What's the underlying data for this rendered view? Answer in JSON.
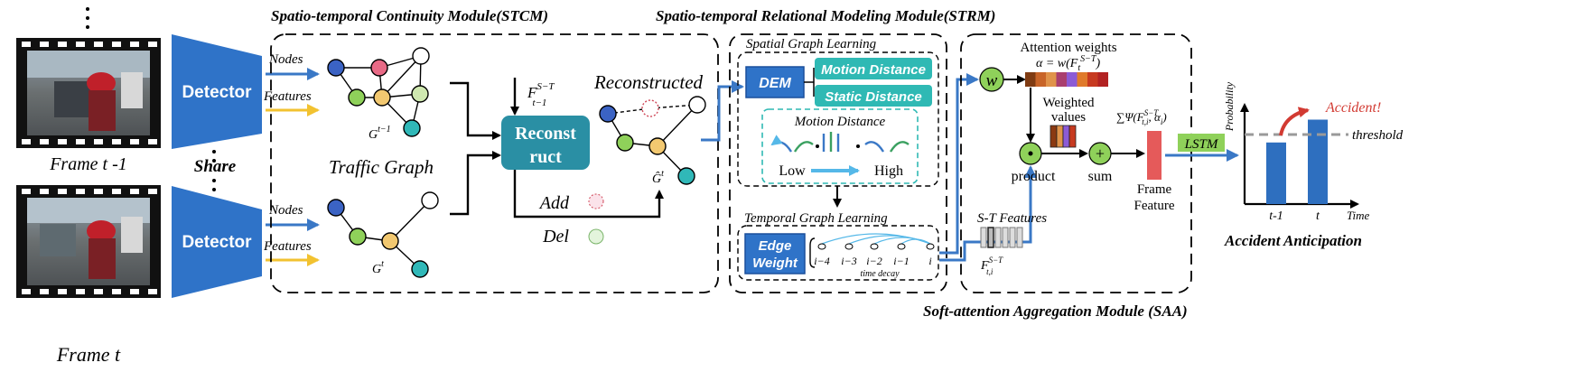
{
  "frames": {
    "top_label": "Frame t -1",
    "bottom_label": "Frame  t",
    "share": "Share"
  },
  "detector": {
    "top": "Detector",
    "bottom": "Detector"
  },
  "arrows": {
    "nodes_top": "Nodes",
    "features_top": "Features",
    "nodes_bottom": "Nodes",
    "features_bottom": "Features"
  },
  "stcm": {
    "title": "Spatio-temporal Continuity Module(STCM)",
    "traffic_graph": "Traffic Graph",
    "g_prev": "G",
    "g_prev_sup": "t−1",
    "g_curr": "G",
    "g_curr_sup": "t",
    "f_label": "F",
    "f_sup": "S−T",
    "f_sub": "t−1",
    "reconstruct_line1": "Reconst",
    "reconstruct_line2": "ruct",
    "reconstructed": "Reconstructed",
    "g_hat": "Ĝ",
    "g_hat_sup": "t",
    "add": "Add",
    "del": "Del"
  },
  "strm": {
    "title": "Spatio-temporal Relational Modeling Module(STRM)",
    "spatial_title": "Spatial Graph Learning",
    "dem": "DEM",
    "motion_distance": "Motion Distance",
    "static_distance": "Static Distance",
    "motion_box_title": "Motion Distance",
    "low": "Low",
    "high": "High",
    "temporal_title": "Temporal Graph Learning",
    "edge_line1": "Edge",
    "edge_line2": "Weight",
    "nodes": [
      "i−4",
      "i−3",
      "i−2",
      "i−1",
      "i"
    ],
    "time_decay": "time decay"
  },
  "saa": {
    "title": "Soft-attention Aggregation Module (SAA)",
    "attention_title": "Attention weights",
    "alpha_formula": "α = w(F",
    "alpha_sub": "t",
    "alpha_sup": "S−T",
    "w_symbol": "w",
    "weighted_line1": "Weighted",
    "weighted_line2": "values",
    "product": "product",
    "sum": "sum",
    "sum_formula": "∑Ψ(F",
    "sum_formula_sup": "S−T",
    "sum_formula_sub": "t,i",
    "sum_formula_tail": ", α",
    "sum_formula_tail_sub": "i",
    "frame_feature_line1": "Frame",
    "frame_feature_line2": "Feature",
    "st_features": "S-T Features",
    "f_sti": "F",
    "f_sti_sup": "S−T",
    "f_sti_sub": "t,i",
    "lstm": "LSTM",
    "attention_colors": [
      "#7f3b12",
      "#c86428",
      "#e0934a",
      "#a93f6f",
      "#8c5bd6",
      "#e07a2b",
      "#c73a20",
      "#b22222"
    ],
    "weighted_colors": [
      "#8b3a12",
      "#e0934a",
      "#8c5bd6",
      "#c73a20"
    ]
  },
  "chart": {
    "title": "Accident Anticipation",
    "y_axis": "Probability",
    "x_axis": "Time",
    "threshold": "threshold",
    "accident": "Accident!",
    "x_ticks": [
      "t-1",
      "t"
    ],
    "bar_color": "#2e6fbf"
  },
  "chart_data": {
    "type": "bar",
    "categories": [
      "t-1",
      "t"
    ],
    "values": [
      0.62,
      0.85
    ],
    "threshold": 0.7,
    "title": "Accident Anticipation",
    "xlabel": "Time",
    "ylabel": "Probability",
    "ylim": [
      0,
      1
    ]
  },
  "colors": {
    "blue": "#2f73c8",
    "teal": "#2fb9b4",
    "yellow": "#f2c230",
    "reconstruct": "#2a8fa4",
    "lstm_green": "#8fd15a",
    "alert_red": "#d23a32"
  }
}
